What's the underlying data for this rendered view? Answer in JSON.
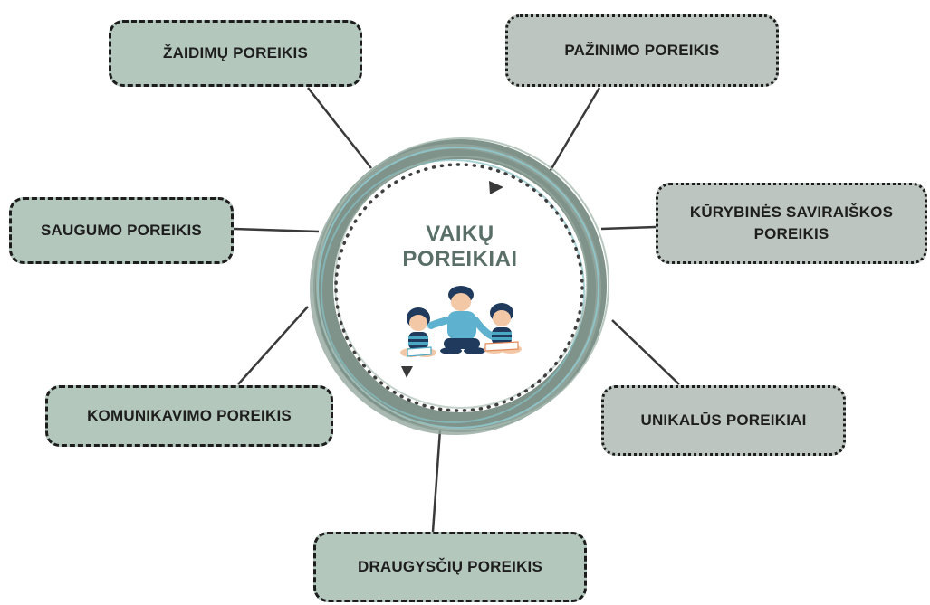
{
  "center": {
    "line1": "VAIKŲ",
    "line2": "POREIKIAI"
  },
  "nodes": [
    {
      "label": "ŽAIDIMŲ POREIKIS"
    },
    {
      "label": "PAŽINIMO POREIKIS"
    },
    {
      "label": "SAUGUMO POREIKIS"
    },
    {
      "label": "KŪRYBINĖS SAVIRAIŠKOS POREIKIS"
    },
    {
      "label": "KOMUNIKAVIMO POREIKIS"
    },
    {
      "label": "UNIKALŪS POREIKIAI"
    },
    {
      "label": "DRAUGYSČIŲ POREIKIS"
    }
  ],
  "colors": {
    "node_fill_dashed": "#b3c7bc",
    "node_fill_dotted": "#bcc5bf",
    "ring": "#8a9d93",
    "ring_accent": "#8cc4c8",
    "text_center": "#5a6f68"
  }
}
